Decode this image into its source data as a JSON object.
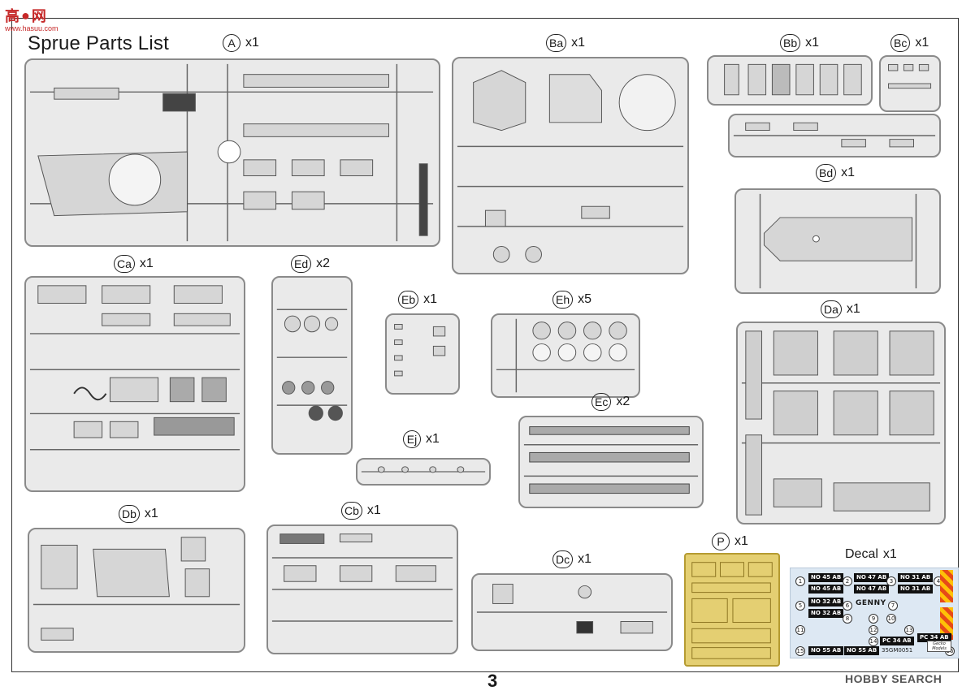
{
  "watermark": {
    "logo_text": "高",
    "logo_mark": "●",
    "logo_text2": "网",
    "url": "www.hasuu.com"
  },
  "title": "Sprue Parts List",
  "sprues": [
    {
      "id": "A",
      "qty": "x1"
    },
    {
      "id": "Ba",
      "qty": "x1"
    },
    {
      "id": "Bb",
      "qty": "x1"
    },
    {
      "id": "Bc",
      "qty": "x1"
    },
    {
      "id": "Bd",
      "qty": "x1"
    },
    {
      "id": "Ca",
      "qty": "x1"
    },
    {
      "id": "Ed",
      "qty": "x2"
    },
    {
      "id": "Eb",
      "qty": "x1"
    },
    {
      "id": "Eh",
      "qty": "x5"
    },
    {
      "id": "Da",
      "qty": "x1"
    },
    {
      "id": "Ec",
      "qty": "x2"
    },
    {
      "id": "Ej",
      "qty": "x1"
    },
    {
      "id": "Db",
      "qty": "x1"
    },
    {
      "id": "Cb",
      "qty": "x1"
    },
    {
      "id": "Dc",
      "qty": "x1"
    },
    {
      "id": "P",
      "qty": "x1"
    }
  ],
  "decal": {
    "label": "Decal",
    "qty": "x1",
    "plates": [
      "NO 45 AB",
      "NO 45 AB",
      "NO 32 AB",
      "NO 32 AB",
      "NO 47 AB",
      "NO 47 AB",
      "NO 31 AB",
      "NO 31 AB",
      "PC 34 AB",
      "PC 34 AB",
      "NO 55 AB",
      "NO 55 AB"
    ],
    "genny": "GENNY",
    "numbers": [
      "1",
      "2",
      "3",
      "4",
      "5",
      "6",
      "7",
      "8",
      "9",
      "10",
      "11",
      "12",
      "13",
      "14",
      "15",
      "16"
    ],
    "code": "35GM0051",
    "maker": "Gecko Models"
  },
  "page_number": "3",
  "brand": "HOBBY SEARCH",
  "colors": {
    "sprue": "#eaeaea",
    "frame": "#8a8a8a",
    "pe": "#e4cf72",
    "decal_bg": "#dde8f3"
  }
}
